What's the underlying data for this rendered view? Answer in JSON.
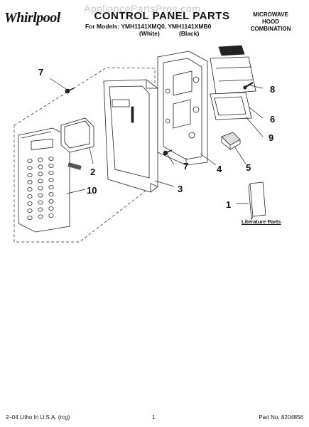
{
  "header": {
    "brand": "Whirlpool",
    "watermark": "AppliancePartsPros.com",
    "title": "CONTROL PANEL PARTS",
    "models_line": "For Models: YMH1141XMQ0, YMH1141XMB0",
    "variant_white": "(White)",
    "variant_black": "(Black)",
    "product_type": [
      "MICROWAVE",
      "HOOD",
      "COMBINATION"
    ]
  },
  "callouts": {
    "c1": "1",
    "c2": "2",
    "c3": "3",
    "c4": "4",
    "c5": "5",
    "c6": "6",
    "c7a": "7",
    "c7b": "7",
    "c8": "8",
    "c9": "9",
    "c10": "10"
  },
  "literature_label": "Literature Parts",
  "footer": {
    "left": "2–04 Litho In U.S.A. (rcg)",
    "center": "1",
    "right": "Part No. 8204856"
  }
}
